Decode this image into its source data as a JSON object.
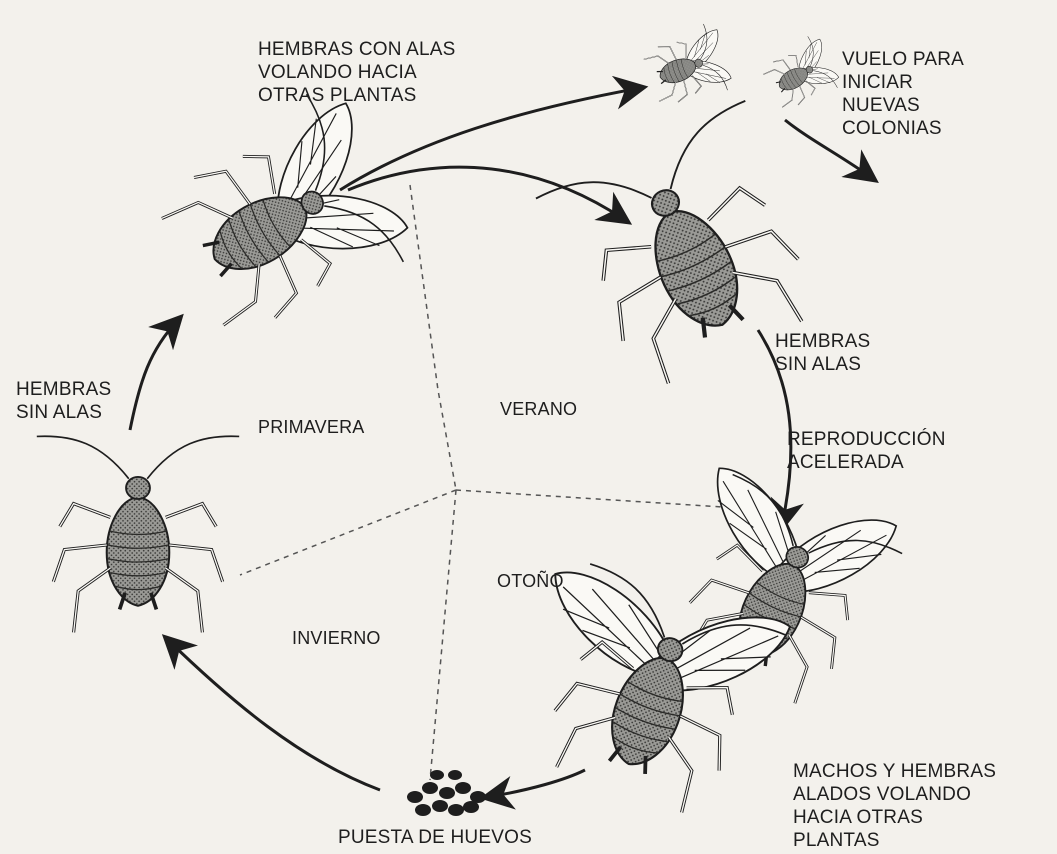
{
  "labels": {
    "winged_females": [
      "HEMBRAS CON ALAS",
      "VOLANDO HACIA",
      "OTRAS PLANTAS"
    ],
    "new_colonies": [
      "VUELO PARA",
      "INICIAR",
      "NUEVAS",
      "COLONIAS"
    ],
    "wingless_right": [
      "HEMBRAS",
      "SIN ALAS"
    ],
    "wingless_left": [
      "HEMBRAS",
      "SIN ALAS"
    ],
    "accelerated": [
      "REPRODUCCIÓN",
      "ACELERADA"
    ],
    "winged_males": [
      "MACHOS Y HEMBRAS",
      "ALADOS VOLANDO",
      "HACIA OTRAS",
      "PLANTAS"
    ],
    "eggs": "PUESTA DE HUEVOS"
  },
  "seasons": {
    "spring": "PRIMAVERA",
    "summer": "VERANO",
    "autumn": "OTOÑO",
    "winter": "INVIERNO"
  },
  "colors": {
    "ink": "#1e1e1e",
    "paper": "#f3f1ec",
    "body_fill": "#8a8a86",
    "wing_fill": "#faf9f5"
  }
}
